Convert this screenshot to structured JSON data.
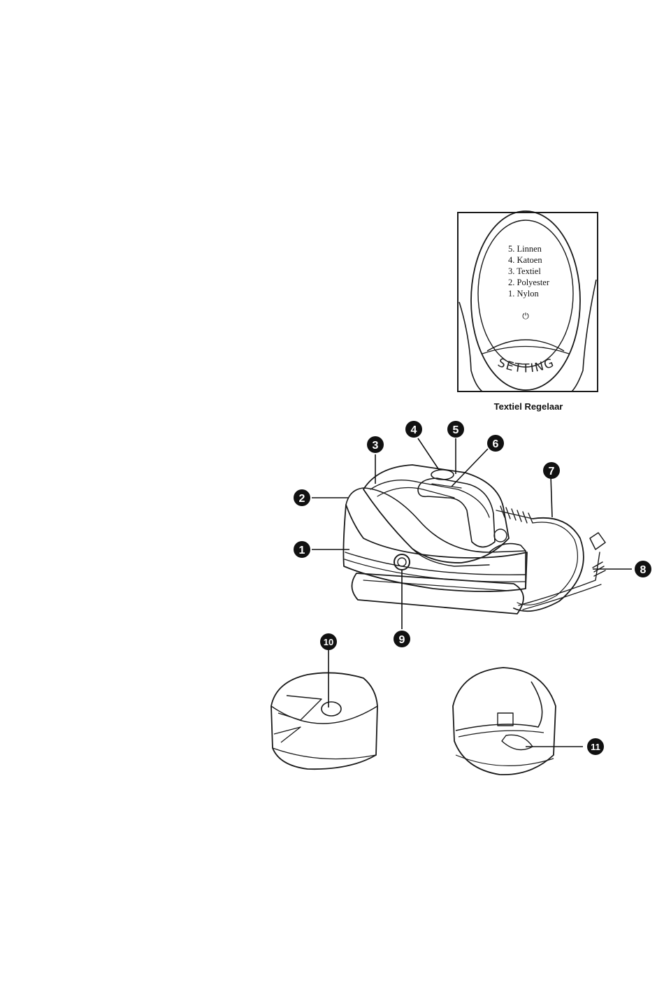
{
  "dial_panel": {
    "settings": [
      "5. Linnen",
      "4. Katoen",
      "3. Textiel",
      "2. Polyester",
      "1. Nylon"
    ],
    "power_symbol": "⏻",
    "setting_label": "SETTING",
    "caption": "Textiel  Regelaar"
  },
  "callouts": [
    "1",
    "2",
    "3",
    "4",
    "5",
    "6",
    "7",
    "8",
    "9",
    "10",
    "11"
  ],
  "colors": {
    "line": "#1a1a1a",
    "callout_fill": "#111111",
    "background": "#ffffff"
  }
}
